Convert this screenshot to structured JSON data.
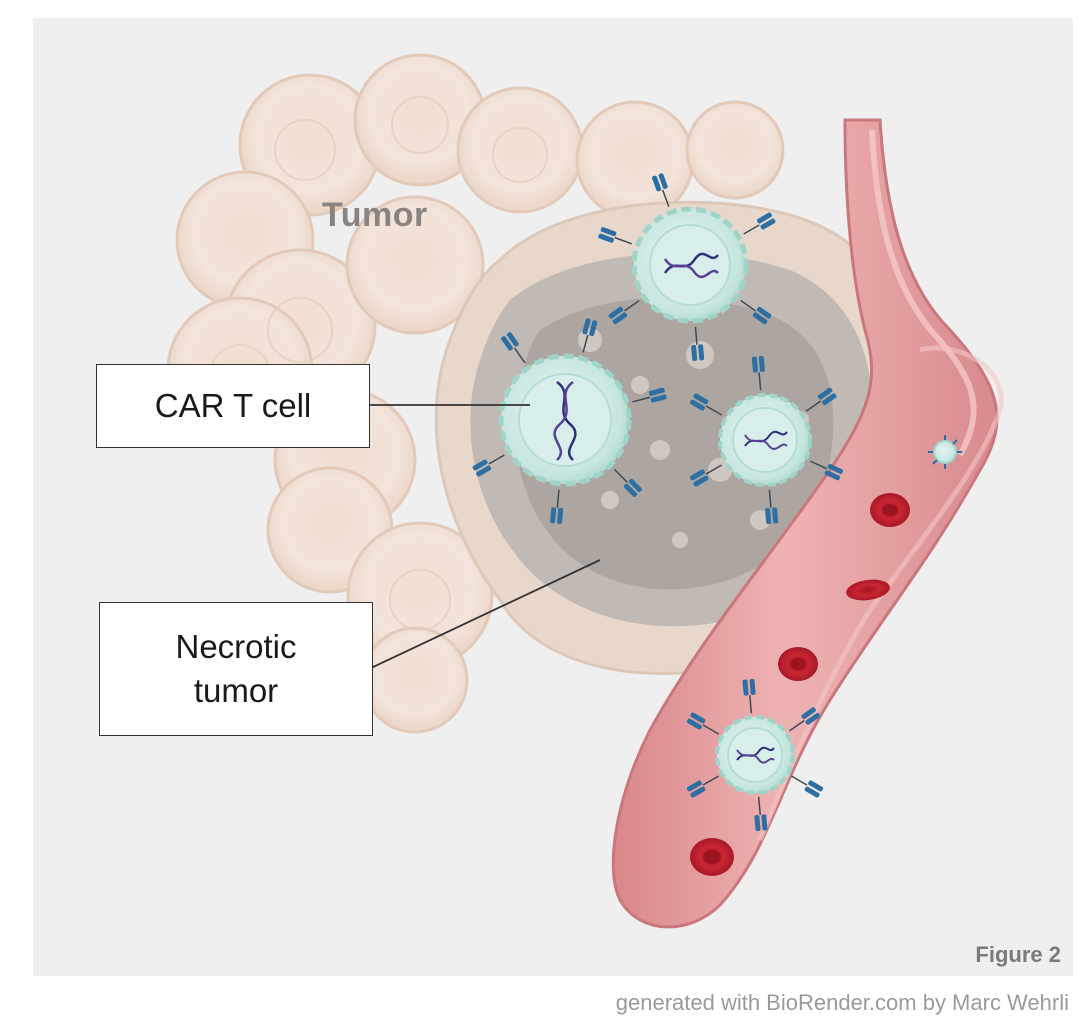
{
  "labels": {
    "tumor": "Tumor",
    "car_t_cell": "CAR T cell",
    "necrotic_tumor": "Necrotic\ntumor",
    "figure": "Figure 2",
    "credit": "generated with BioRender.com by Marc Wehrli"
  },
  "colors": {
    "background": "#efefef",
    "tumor_cell": "#f3e1d6",
    "necrotic_core": "#b9b2ac",
    "vessel": "#e59a9c",
    "red_blood_cell": "#c8202e",
    "t_cell": "#cfe9e4",
    "receptor": "#2d6fa3"
  }
}
